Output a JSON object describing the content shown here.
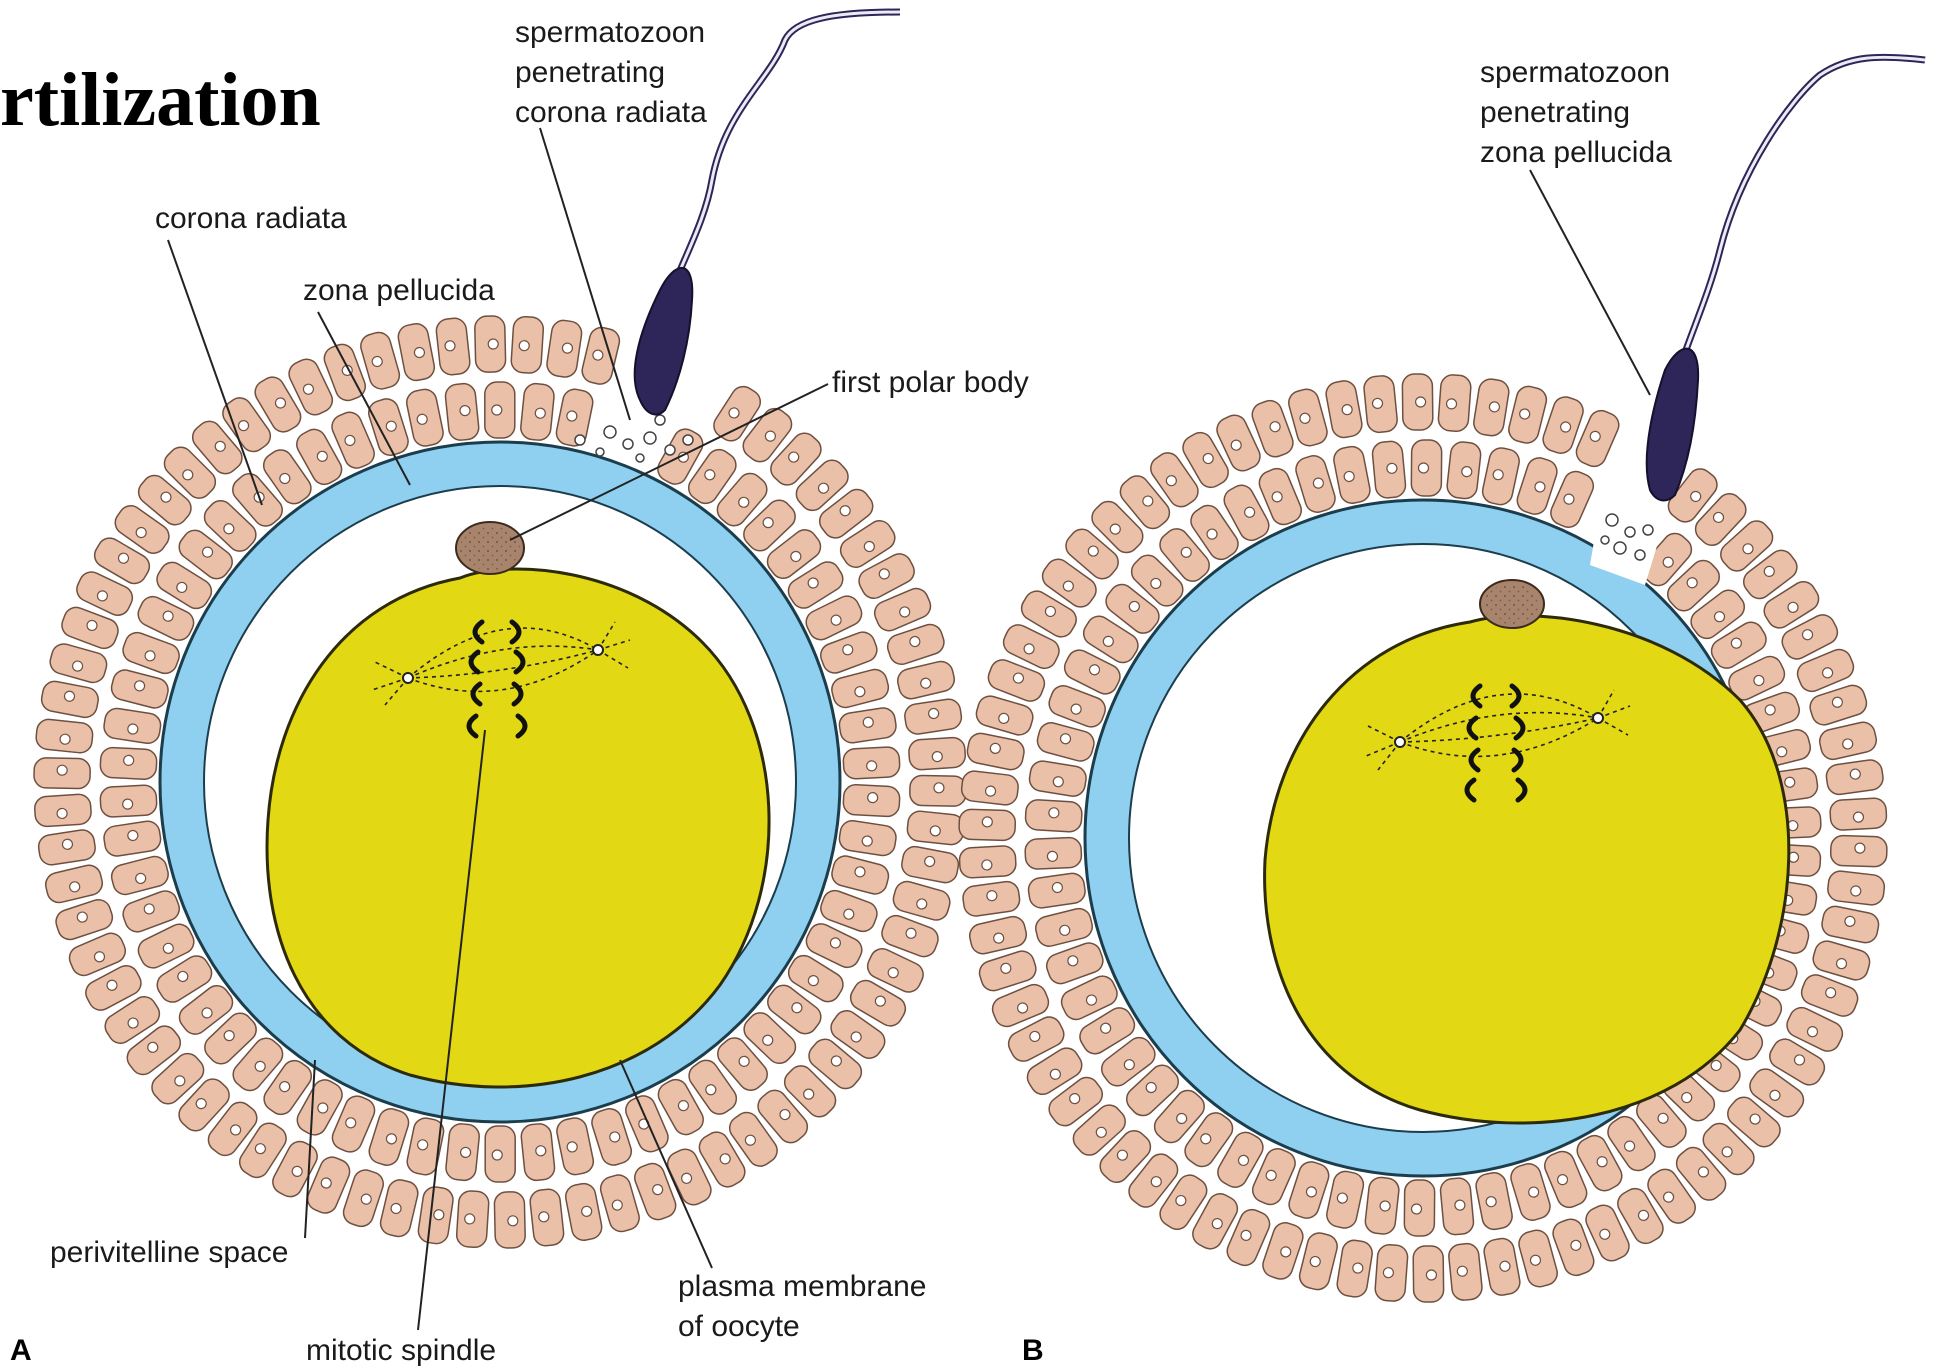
{
  "title": "rtilization",
  "colors": {
    "corona_cell": "#ebc0a8",
    "zona_pellucida": "#8fd0f0",
    "oocyte": "#e2d814",
    "sperm_head": "#2e2558",
    "polar_body": "#a8846c"
  },
  "panel_a": {
    "letter": "A",
    "labels": {
      "sperm_line1": "spermatozoon",
      "sperm_line2": "penetrating",
      "sperm_line3": "corona radiata",
      "corona_radiata": "corona radiata",
      "zona_pellucida": "zona pellucida",
      "first_polar_body": "first polar body",
      "perivitelline_space": "perivitelline space",
      "mitotic_spindle": "mitotic spindle",
      "plasma_line1": "plasma membrane",
      "plasma_line2": "of oocyte"
    }
  },
  "panel_b": {
    "letter": "B",
    "labels": {
      "sperm_line1": "spermatozoon",
      "sperm_line2": "penetrating",
      "sperm_line3": "zona pellucida"
    }
  }
}
